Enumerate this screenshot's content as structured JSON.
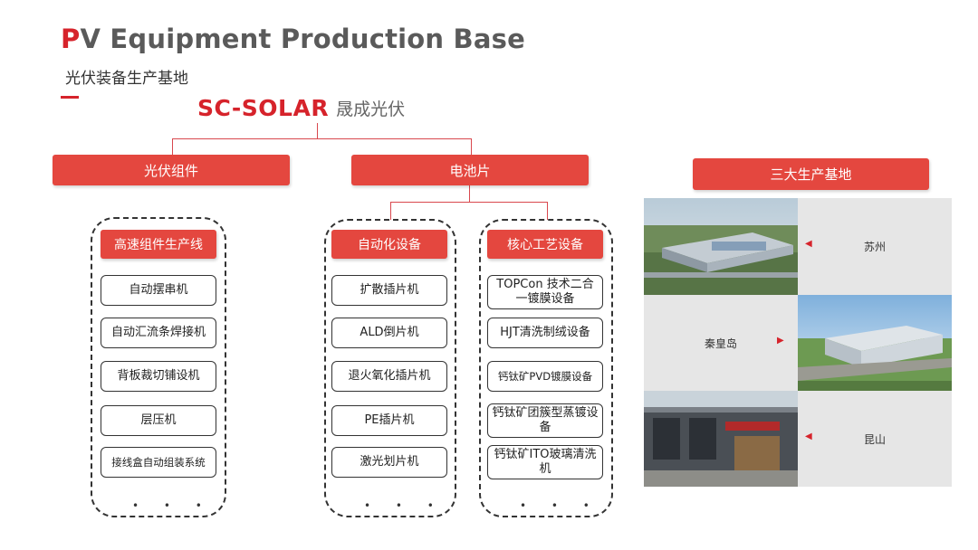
{
  "header": {
    "title_first": "P",
    "title_rest": "V Equipment Production Base",
    "subtitle": "光伏装备生产基地"
  },
  "logo": {
    "en": "SC-SOLAR",
    "cn": "晟成光伏"
  },
  "categories": {
    "modules": "光伏组件",
    "cells": "电池片",
    "bases": "三大生产基地"
  },
  "groups": {
    "modules_line": {
      "title": "高速组件生产线",
      "items": [
        "自动摆串机",
        "自动汇流条焊接机",
        "背板裁切铺设机",
        "层压机",
        "接线盒自动组装系统"
      ],
      "more": "• • •"
    },
    "automation": {
      "title": "自动化设备",
      "items": [
        "扩散插片机",
        "ALD倒片机",
        "退火氧化插片机",
        "PE插片机",
        "激光划片机"
      ],
      "more": "• • •"
    },
    "core": {
      "title": "核心工艺设备",
      "items": [
        "TOPCon 技术二合一镀膜设备",
        "HJT清洗制绒设备",
        "钙钛矿PVD镀膜设备",
        "钙钛矿团簇型蒸镀设备",
        "钙钛矿ITO玻璃清洗机"
      ],
      "more": "• • •"
    }
  },
  "bases": [
    {
      "name": "苏州",
      "arrow": "◀"
    },
    {
      "name": "秦皇岛",
      "arrow": "▶"
    },
    {
      "name": "昆山",
      "arrow": "◀"
    }
  ],
  "colors": {
    "accent": "#d6232b",
    "box": "#e4473f",
    "cell_bg": "#e6e6e6"
  }
}
